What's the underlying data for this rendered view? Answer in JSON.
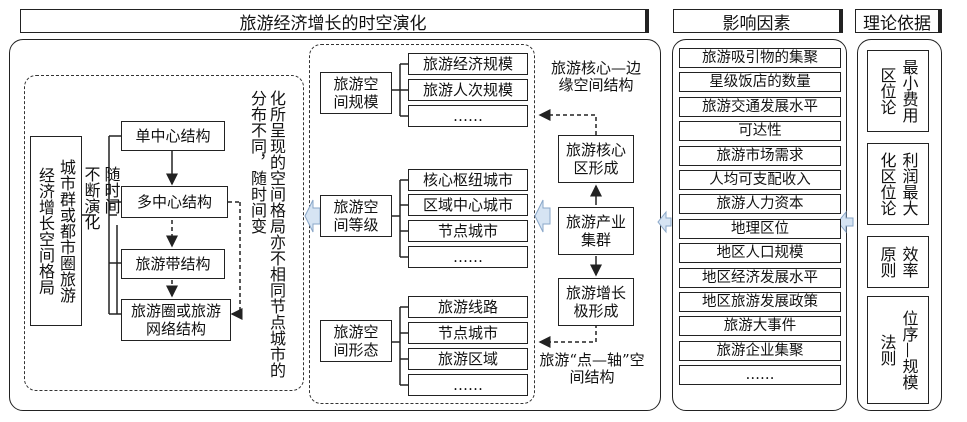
{
  "headers": {
    "evolution": "旅游经济增长的时空演化",
    "factors": "影响因素",
    "theory": "理论依据"
  },
  "left": {
    "subject_col1": "城市群或都市圈旅游",
    "subject_col2": "经济增长空间格局",
    "process_col1": "随时间",
    "process_col2": "不断演化",
    "stages": [
      "单中心结构",
      "多中心结构",
      "旅游带结构",
      "旅游圈或旅游网络结构"
    ],
    "note": "化所呈现的空间格局亦不相同节点城市的分布不同，随时间变"
  },
  "middle": {
    "groups": [
      {
        "label": "旅游空间规模",
        "items": [
          "旅游经济规模",
          "旅游人次规模",
          "……"
        ]
      },
      {
        "label": "旅游空间等级",
        "items": [
          "核心枢纽城市",
          "区域中心城市",
          "节点城市",
          "……"
        ]
      },
      {
        "label": "旅游空间形态",
        "items": [
          "旅游线路",
          "节点城市",
          "旅游区域",
          "……"
        ]
      }
    ]
  },
  "chain": {
    "top_label": "旅游核心—边缘空间结构",
    "core": "旅游核心区形成",
    "cluster": "旅游产业集群",
    "growth": "旅游增长极形成",
    "bottom_label": "旅游“点—轴”空间结构"
  },
  "factors": [
    "旅游吸引物的集聚",
    "星级饭店的数量",
    "旅游交通发展水平",
    "可达性",
    "旅游市场需求",
    "人均可支配收入",
    "旅游人力资本",
    "地理区位",
    "地区人口规模",
    "地区经济发展水平",
    "地区旅游发展政策",
    "旅游大事件",
    "旅游企业集聚",
    "……"
  ],
  "theories": [
    {
      "col1": "最小费用",
      "col2": "区位论"
    },
    {
      "col1": "利润最大",
      "col2": "化区位论"
    },
    {
      "col1": "效率",
      "col2": "原则"
    },
    {
      "col1": "位序—规模",
      "col2": "法则"
    }
  ]
}
